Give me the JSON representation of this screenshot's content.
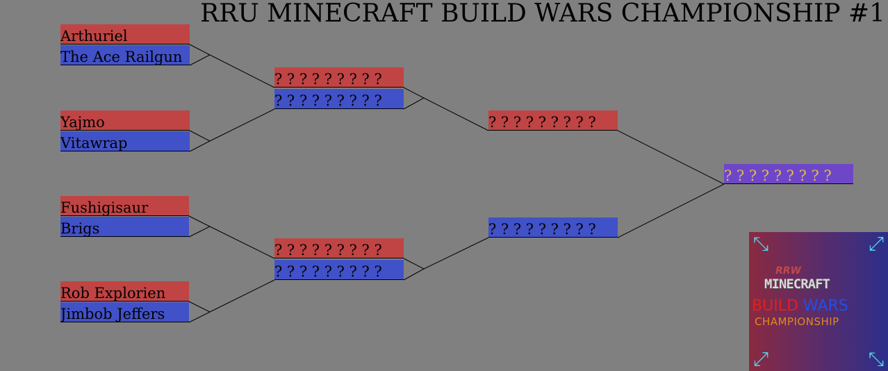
{
  "title": "RRU MINECRAFT BUILD WARS CHAMPIONSHIP #1",
  "round1": [
    {
      "red": "Arthuriel",
      "blue": "The Ace Railgun"
    },
    {
      "red": "Yajmo",
      "blue": "Vitawrap"
    },
    {
      "red": "Fushigisaur",
      "blue": "Brigs"
    },
    {
      "red": "Rob Explorien",
      "blue": "Jimbob Jeffers"
    }
  ],
  "round2": [
    {
      "red": "? ? ? ? ? ? ? ? ?",
      "blue": "? ? ? ? ? ? ? ? ?"
    },
    {
      "red": "? ? ? ? ? ? ? ? ?",
      "blue": "? ? ? ? ? ? ? ? ?"
    }
  ],
  "round3": {
    "red": "? ? ? ? ? ? ? ? ?",
    "blue": "? ? ? ? ? ? ? ? ?"
  },
  "champion": "? ? ? ? ? ? ? ? ?",
  "logo": {
    "line1": "RRW",
    "line2": "MINECRAFT",
    "line3a": "BUILD",
    "line3b": "WARS",
    "line4": "CHAMPIONSHIP"
  },
  "colors": {
    "red": "#c04444",
    "blue": "#4151c8",
    "purple": "#6e47c8",
    "background": "#808080"
  }
}
